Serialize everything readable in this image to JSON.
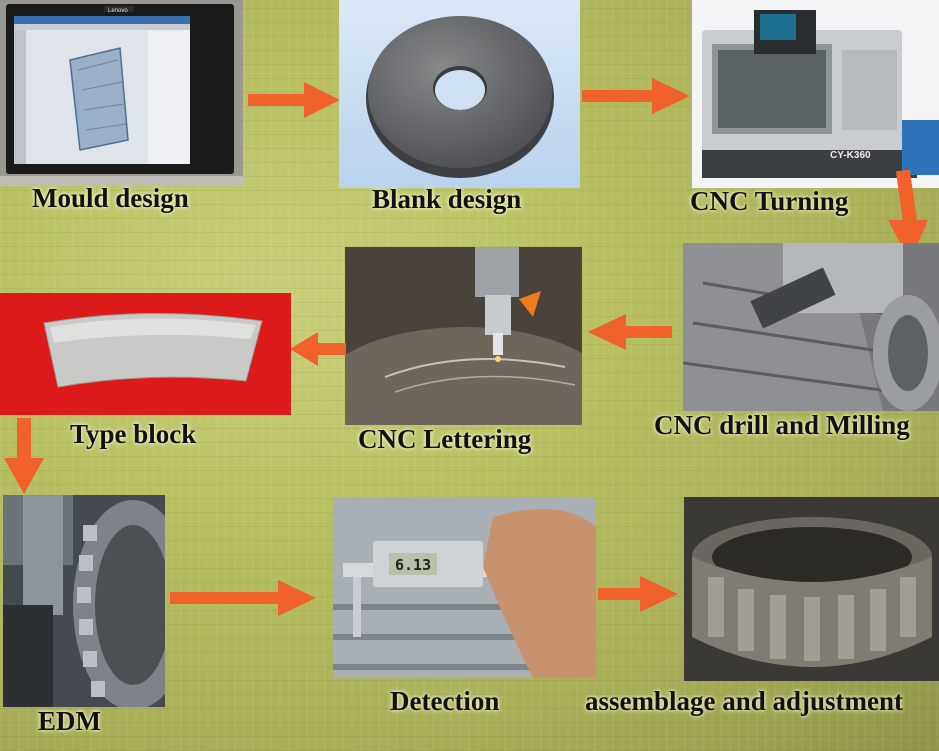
{
  "steps": {
    "mould_design": "Mould design",
    "blank_design": "Blank design",
    "cnc_turning": "CNC Turning",
    "cnc_drill_milling": "CNC drill and Milling",
    "cnc_lettering": "CNC Lettering",
    "type_block": "Type block",
    "edm": "EDM",
    "detection": "Detection",
    "assemblage": "assemblage and adjustment"
  },
  "photo_text": {
    "monitor_brand": "Lenovo",
    "machine_model": "CY-K360",
    "caliper_reading": "6.13"
  },
  "colors": {
    "arrow": "#f0622a",
    "background": "#b8c062",
    "type_block_bg": "#e01818"
  }
}
